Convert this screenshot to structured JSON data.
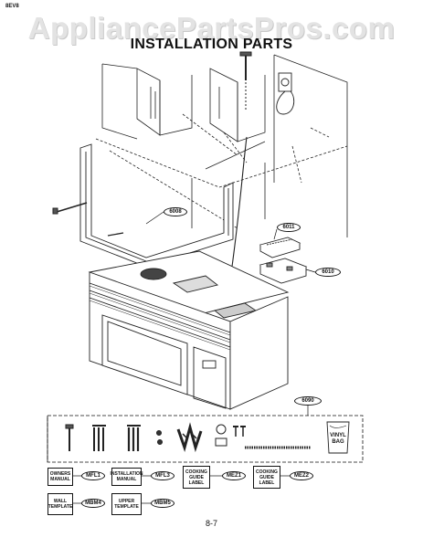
{
  "header": {
    "corner_code": "8EV8",
    "watermark": "AppliancePartsPros.com",
    "title": "INSTALLATION PARTS"
  },
  "callouts": {
    "c6008": "6008",
    "c6011": "6011",
    "c6010": "6010",
    "c6090": "6090"
  },
  "kit": {
    "vinyl_bag": "VINYL BAG",
    "docs": [
      {
        "label": "OWNERS MANUAL",
        "code": "MFL1"
      },
      {
        "label": "INSTALLATION MANUAL",
        "code": "MFL3"
      },
      {
        "label": "COOKING GUIDE LABEL",
        "code": "MEZ1"
      },
      {
        "label": "COOKING GUIDE LABEL",
        "code": "MEZ2"
      },
      {
        "label": "WALL TEMPLATE",
        "code": "MBM4"
      },
      {
        "label": "UPPER TEMPLATE",
        "code": "MBM5"
      }
    ]
  },
  "footer": {
    "page_number": "8-7"
  }
}
